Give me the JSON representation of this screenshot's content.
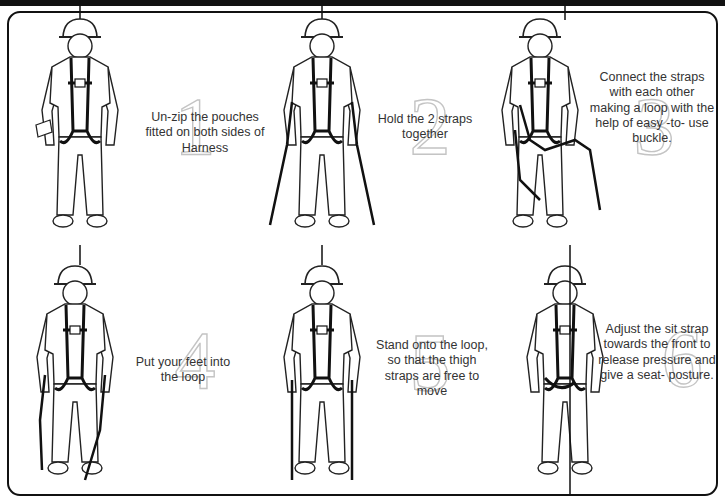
{
  "diagram": {
    "labels": [
      "1",
      "Un-zip the pouches fitted on both sides of Harness",
      "2",
      "Hold the 2 straps together",
      "3",
      "Connect the straps with each other making a loop with the help of easy -to- use buckle.",
      "4",
      "Put your feet into the loop",
      "5",
      "Stand onto the loop, so that the thigh straps are free to move",
      "6",
      "Adjust the sit strap towards the front to release pressure and give a seat- posture."
    ]
  }
}
